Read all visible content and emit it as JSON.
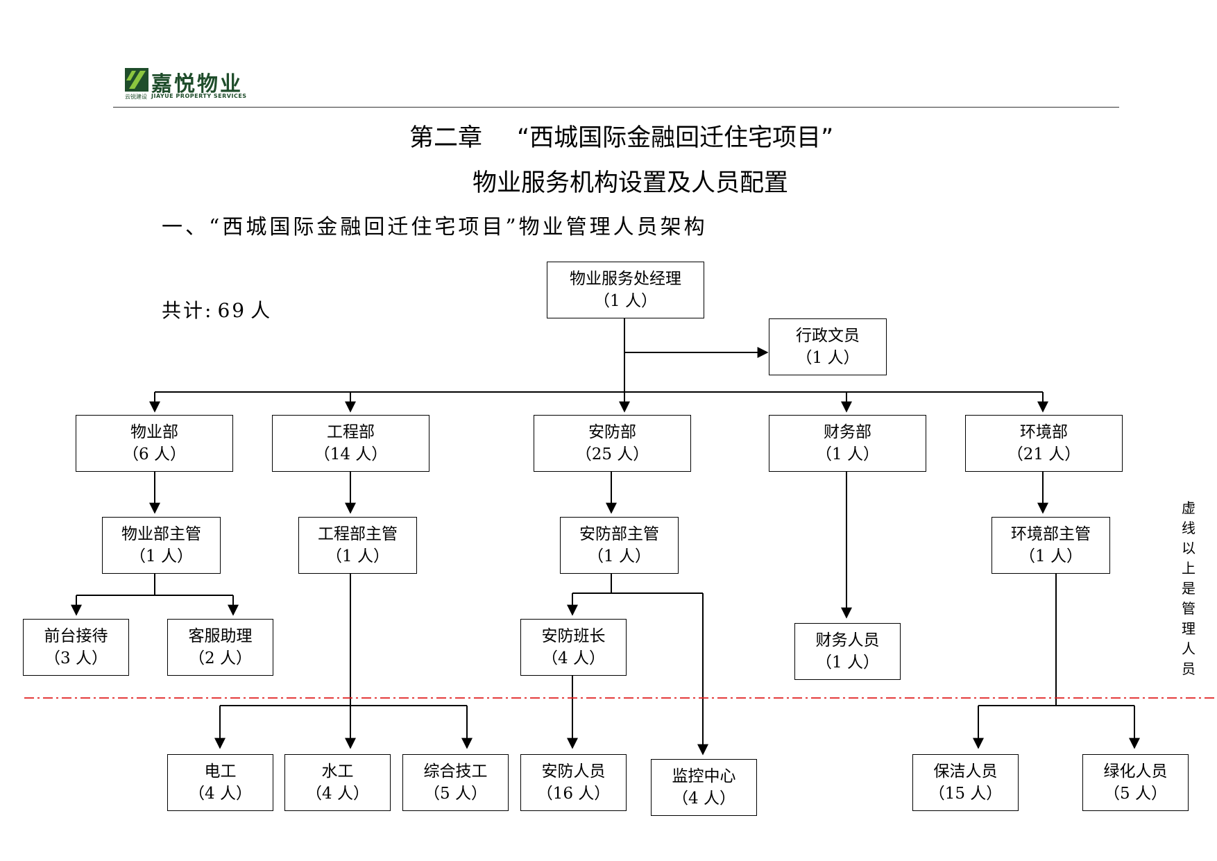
{
  "logo": {
    "name": "嘉悦物业",
    "tagline_small": "云锐建设",
    "tagline_en": "JIAYUE PROPERTY SERVICES",
    "color": "#1f4d2b"
  },
  "header": {
    "chapter": "第二章",
    "project": "“西城国际金融回迁住宅项目”",
    "subtitle": "物业服务机构设置及人员配置"
  },
  "section_title": "一、“西城国际金融回迁住宅项目”物业管理人员架构",
  "total": {
    "label": "共计:",
    "count": "69",
    "unit": "人"
  },
  "org": {
    "manager": {
      "title": "物业服务处经理",
      "count": "（1 人）"
    },
    "admin": {
      "title": "行政文员",
      "count": "（1 人）"
    },
    "depts": {
      "property": {
        "title": "物业部",
        "count": "（6 人）"
      },
      "engineering": {
        "title": "工程部",
        "count": "（14 人）"
      },
      "security": {
        "title": "安防部",
        "count": "（25 人）"
      },
      "finance": {
        "title": "财务部",
        "count": "（1 人）"
      },
      "environment": {
        "title": "环境部",
        "count": "（21 人）"
      }
    },
    "supervisors": {
      "property": {
        "title": "物业部主管",
        "count": "（1 人）"
      },
      "engineering": {
        "title": "工程部主管",
        "count": "（1 人）"
      },
      "security": {
        "title": "安防部主管",
        "count": "（1 人）"
      },
      "environment": {
        "title": "环境部主管",
        "count": "（1 人）"
      }
    },
    "staff": {
      "reception": {
        "title": "前台接待",
        "count": "（3 人）"
      },
      "service": {
        "title": "客服助理",
        "count": "（2 人）"
      },
      "squad_leader": {
        "title": "安防班长",
        "count": "（4 人）"
      },
      "finance_staff": {
        "title": "财务人员",
        "count": "（1 人）"
      },
      "electrician": {
        "title": "电工",
        "count": "（4 人）"
      },
      "plumber": {
        "title": "水工",
        "count": "（4 人）"
      },
      "technician": {
        "title": "综合技工",
        "count": "（5 人）"
      },
      "security_staff": {
        "title": "安防人员",
        "count": "（16 人）"
      },
      "monitoring": {
        "title": "监控中心",
        "count": "（4 人）"
      },
      "cleaning": {
        "title": "保洁人员",
        "count": "（15 人）"
      },
      "greening": {
        "title": "绿化人员",
        "count": "（5 人）"
      }
    }
  },
  "side_note": "虚线以上是管理人员",
  "colors": {
    "dashed_line": "#e02020",
    "ink": "#000000"
  }
}
